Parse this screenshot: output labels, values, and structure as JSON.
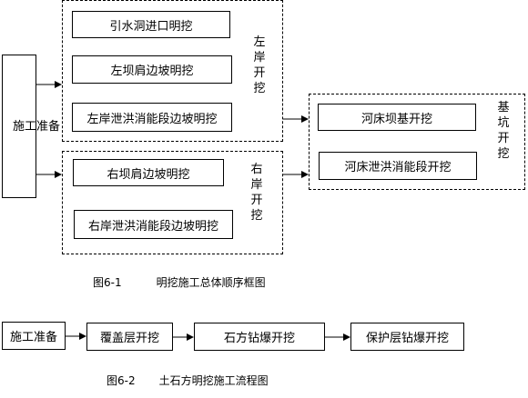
{
  "diagram1": {
    "start": "施工准备",
    "left_group": {
      "label": "左岸开挖",
      "items": [
        "引水洞进口明挖",
        "左坝肩边坡明挖",
        "左岸泄洪消能段边坡明挖"
      ]
    },
    "right_group": {
      "label": "右岸开挖",
      "items": [
        "右坝肩边坡明挖",
        "右岸泄洪消能段边坡明挖"
      ]
    },
    "pit_group": {
      "label": "基坑开挖",
      "items": [
        "河床坝基开挖",
        "河床泄洪消能段开挖"
      ]
    },
    "caption_num": "图6-1",
    "caption_title": "明挖施工总体顺序框图"
  },
  "diagram2": {
    "steps": [
      "施工准备",
      "覆盖层开挖",
      "石方钻爆开挖",
      "保护层钻爆开挖"
    ],
    "caption_num": "图6-2",
    "caption_title": "土石方明挖施工流程图"
  }
}
